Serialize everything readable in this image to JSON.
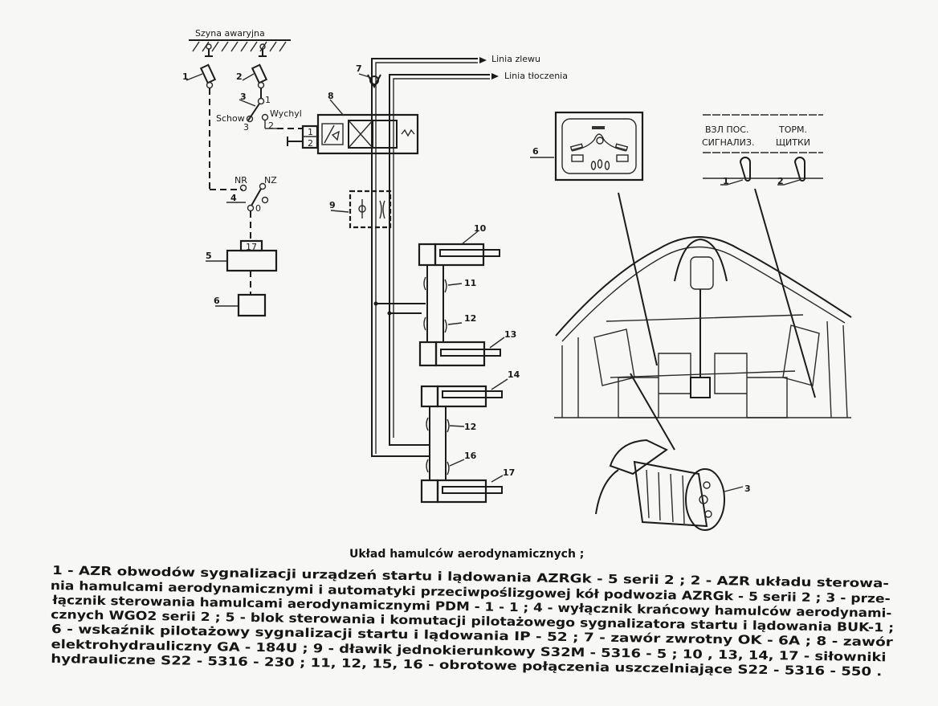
{
  "schematic": {
    "bus_label": "Szyna awaryjna",
    "retract_label": "Schow",
    "extend_label": "Wychyl",
    "nr_label": "NR",
    "nz_label": "NZ",
    "drain_line_label": "Linia zlewu",
    "pressure_line_label": "Linia tłoczenia",
    "pin_labels": [
      "1",
      "2",
      "3",
      "0",
      "1",
      "2",
      "17"
    ],
    "callouts": [
      "1",
      "2",
      "3",
      "4",
      "5",
      "6",
      "7",
      "8",
      "9",
      "10",
      "11",
      "12",
      "13",
      "14",
      "12",
      "16",
      "17"
    ]
  },
  "cockpit": {
    "indicator_callout": "6",
    "panel_label_left_1": "ВЗЛ ПОС.",
    "panel_label_left_2": "СИГНАЛИЗ.",
    "panel_label_right_1": "ТОРМ.",
    "panel_label_right_2": "ЩИТКИ",
    "switch_callouts": [
      "1",
      "2"
    ],
    "actuator_callout": "3"
  },
  "caption": {
    "title": "Układ hamulców aerodynamicznych ;",
    "lines": [
      "1 - AZR obwodów sygnalizacji urządzeń startu i lądowania AZRGk - 5 serii 2 ; 2 - AZR układu sterowa-",
      "nia hamulcami aerodynamicznymi i automatyki przeciwpoślizgowej kół podwozia AZRGk - 5 serii 2 ; 3 - prze-",
      "łącznik sterowania hamulcami aerodynamicznymi PDM - 1 - 1 ; 4 - wyłącznik krańcowy hamulców aerodynami-",
      "cznych WGO2 serii 2 ; 5 - blok sterowania i komutacji pilotażowego sygnalizatora startu i lądowania BUK-1 ;",
      "6 - wskaźnik pilotażowy sygnalizacji startu i lądowania IP - 52 ; 7 - zawór zwrotny OK - 6A ; 8 - zawór",
      "elektrohydrauliczny GA - 184U ; 9 - dławik jednokierunkowy S32M - 5316 - 5 ; 10 , 13, 14, 17 - siłowniki",
      "hydrauliczne S22 - 5316 - 230 ; 11, 12, 15, 16 - obrotowe połączenia uszczelniające S22 - 5316 - 550 ."
    ]
  }
}
